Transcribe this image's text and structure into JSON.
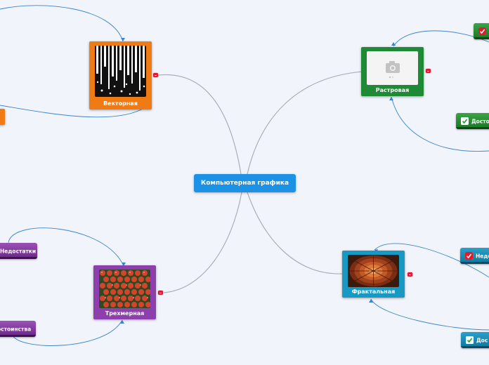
{
  "center": {
    "label": "Компьютерная графика"
  },
  "nodes": {
    "vector": {
      "label": "Векторная",
      "color": "#f07a14"
    },
    "raster": {
      "label": "Растровая",
      "color": "#1f8a35"
    },
    "three_d": {
      "label": "Трехмерная",
      "color": "#8e3fae"
    },
    "fractal": {
      "label": "Фрактальная",
      "color": "#169ac3"
    }
  },
  "tags": {
    "left_disadvantages": {
      "label": "Недостатки",
      "icon": "none"
    },
    "left_advantages": {
      "label": "остоинства",
      "icon": "none"
    },
    "raster_top": {
      "label": "",
      "icon": "red-check-icon"
    },
    "raster_advantages": {
      "label": "Досто",
      "icon": "green-check-icon"
    },
    "fractal_disadvantages": {
      "label": "Недо",
      "icon": "red-check-icon"
    },
    "fractal_advantages": {
      "label": "Дос",
      "icon": "green-check-icon"
    }
  },
  "colors": {
    "background": "#f1f4fb",
    "center": "#1b92e6",
    "connector": "#a9afba",
    "relation_arrow": "#3a86cc"
  }
}
